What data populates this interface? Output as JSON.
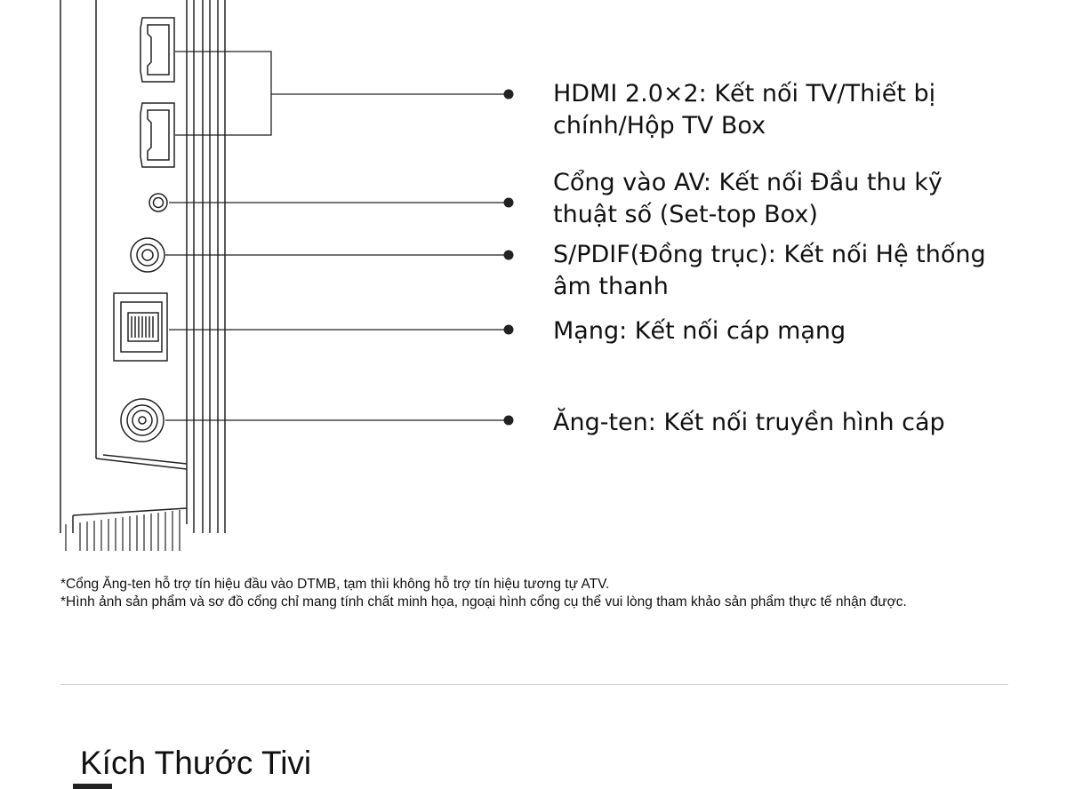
{
  "ports": [
    {
      "id": "hdmi",
      "label": "HDMI 2.0×2: Kết nối TV/Thiết bị\nchính/Hộp TV Box"
    },
    {
      "id": "av-in",
      "label": "Cổng vào AV: Kết nối Đầu thu kỹ\nthuật số (Set-top Box)"
    },
    {
      "id": "spdif",
      "label": "S/PDIF(Đồng trục): Kết nối Hệ thống\nâm thanh"
    },
    {
      "id": "lan",
      "label": "Mạng: Kết nối cáp mạng"
    },
    {
      "id": "antenna",
      "label": "Ăng-ten: Kết nối truyền hình cáp"
    }
  ],
  "notes": [
    "*Cổng Ăng-ten hỗ trợ tín hiệu đầu vào DTMB, tạm thìi không hỗ trợ tín hiệu tương tự ATV.",
    "*Hình ảnh sản phẩm và sơ đồ cổng chỉ mang tính chất minh họa, ngoại hình cổng cụ thể vui lòng tham khảo sản phẩm thực tế nhận được."
  ],
  "section": {
    "title": "Kích Thước Tivi"
  },
  "colors": {
    "line": "#222222",
    "text": "#111111",
    "divider": "#cfcfcf",
    "background": "#ffffff"
  }
}
